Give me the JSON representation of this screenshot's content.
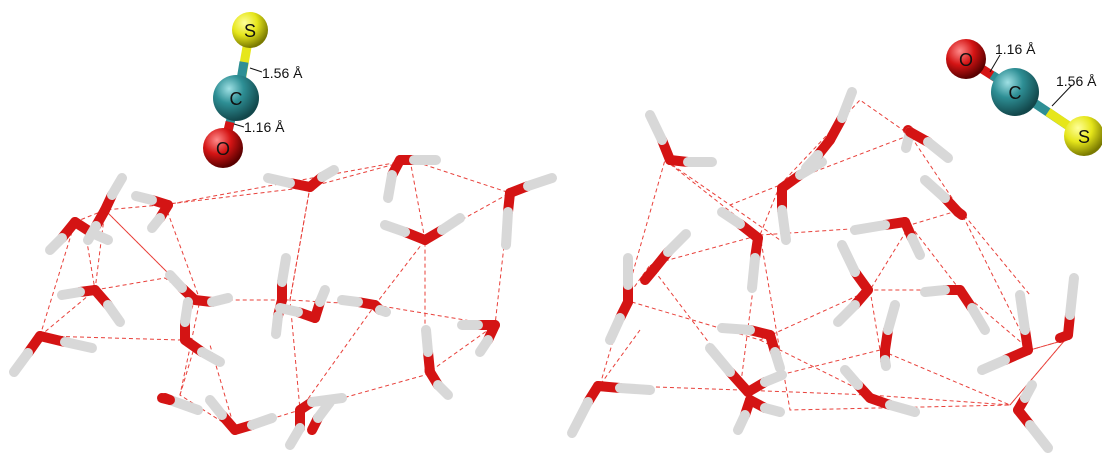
{
  "molecules": {
    "left": {
      "atoms": {
        "s": "S",
        "c": "C",
        "o": "O"
      },
      "bond_cs": "1.56 Å",
      "bond_co": "1.16 Å"
    },
    "right": {
      "atoms": {
        "s": "S",
        "c": "C",
        "o": "O"
      },
      "bond_cs": "1.56 Å",
      "bond_co": "1.16 Å"
    }
  },
  "colors": {
    "oxygen": "#d41414",
    "hydrogen": "#d8d8d8",
    "carbon": "#2e8f95",
    "sulfur": "#e6e61a",
    "hbond": "#e8403a"
  }
}
